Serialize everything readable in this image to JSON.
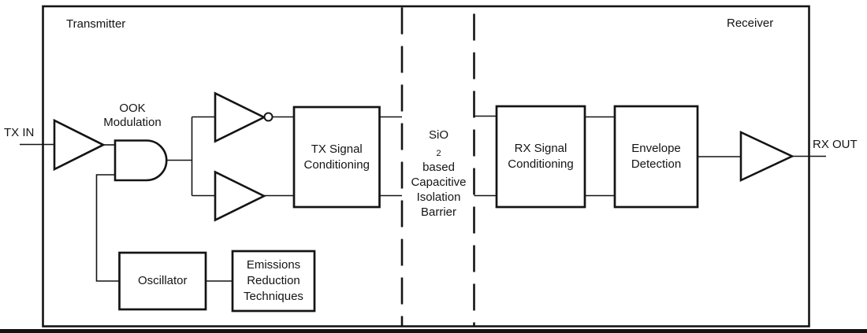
{
  "diagram": {
    "sections": {
      "transmitter": "Transmitter",
      "receiver": "Receiver"
    },
    "ports": {
      "tx_in": "TX IN",
      "rx_out": "RX OUT"
    },
    "ook_modulation": {
      "line1": "OOK",
      "line2": "Modulation"
    },
    "isolation_barrier": {
      "line1_base": "SiO",
      "line1_sub": "2",
      "line1_rest": " based",
      "line2": "Capacitive",
      "line3": "Isolation",
      "line4": "Barrier"
    },
    "blocks": {
      "tx_signal_conditioning": {
        "line1": "TX Signal",
        "line2": "Conditioning"
      },
      "rx_signal_conditioning": {
        "line1": "RX Signal",
        "line2": "Conditioning"
      },
      "envelope_detection": {
        "line1": "Envelope",
        "line2": "Detection"
      },
      "oscillator": {
        "label": "Oscillator"
      },
      "emissions_reduction": {
        "line1": "Emissions",
        "line2": "Reduction",
        "line3": "Techniques"
      }
    },
    "colors": {
      "ink": "#141414",
      "background": "#ffffff"
    }
  }
}
